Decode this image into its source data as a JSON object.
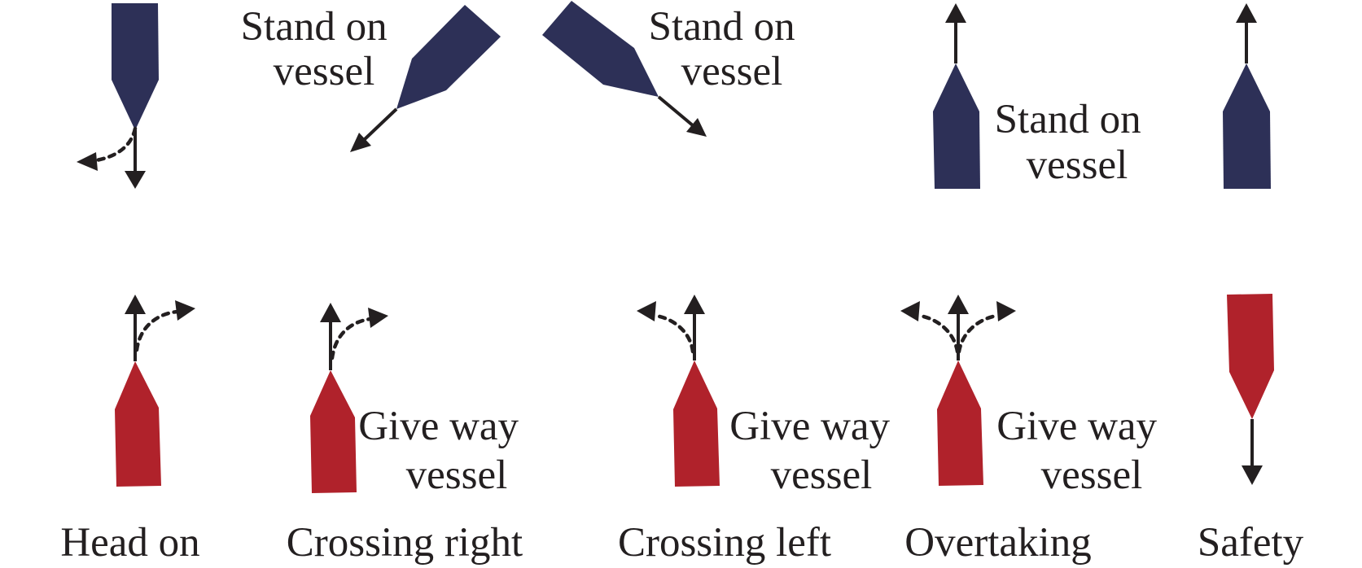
{
  "colors": {
    "stand_on_vessel": "#2d3057",
    "give_way_vessel": "#b0222b",
    "arrow": "#231f20",
    "text": "#231f20"
  },
  "role_labels": {
    "stand_on": [
      "Stand on",
      "vessel"
    ],
    "give_way": [
      "Give way",
      "vessel"
    ]
  },
  "scenarios": [
    {
      "name": "Head on",
      "stand_on_heading": "south",
      "give_way_heading": "north",
      "give_way_alternatives": [
        "turn-right"
      ],
      "stand_on_alternatives": [
        "turn-right"
      ]
    },
    {
      "name": "Crossing right",
      "stand_on_heading": "south-west",
      "give_way_heading": "north",
      "give_way_alternatives": [
        "turn-right"
      ]
    },
    {
      "name": "Crossing left",
      "stand_on_heading": "south-east",
      "give_way_heading": "north",
      "give_way_alternatives": [
        "turn-left"
      ]
    },
    {
      "name": "Overtaking",
      "stand_on_heading": "north",
      "give_way_heading": "north",
      "give_way_alternatives": [
        "turn-left",
        "turn-right"
      ]
    },
    {
      "name": "Safety",
      "stand_on_heading": "north",
      "give_way_heading": "south",
      "give_way_alternatives": []
    }
  ]
}
